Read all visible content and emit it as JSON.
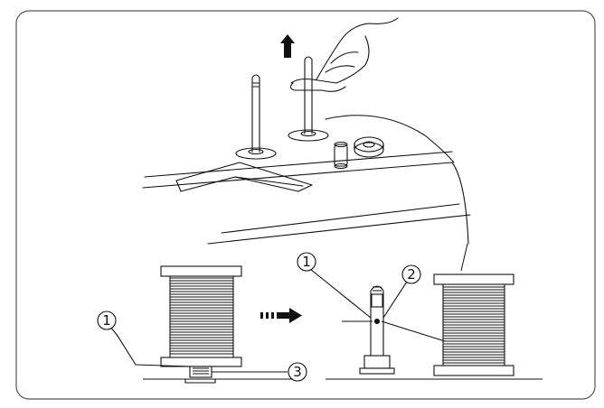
{
  "figure": {
    "callouts": {
      "spool_pin_left": "1",
      "spool_pin_right": "1",
      "thread_hole": "2",
      "spool_base": "3"
    },
    "icons": [
      "up-arrow-icon",
      "dashed-right-arrow-icon"
    ],
    "colors": {
      "ink": "#111111",
      "frame": "#555555",
      "background": "#ffffff"
    }
  }
}
